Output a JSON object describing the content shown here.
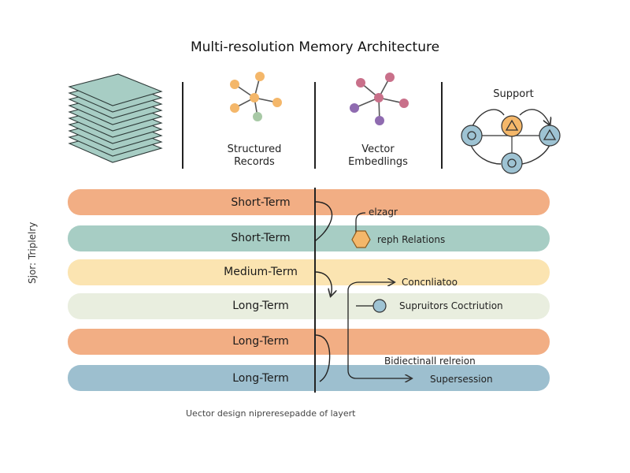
{
  "title": "Multi-resolution Memory Architecture",
  "icons": {
    "structured_caption": [
      "Structured",
      "Records"
    ],
    "vector_caption": [
      "Vector",
      "Embedlings"
    ],
    "support_caption": "Support"
  },
  "side_label": "Sjor: Triplelry",
  "bands": [
    {
      "label": "Short-Term",
      "color": "#f2ae84"
    },
    {
      "label": "Short-Term",
      "color": "#a7cdc4"
    },
    {
      "label": "Medium-Term",
      "color": "#fbe4b1"
    },
    {
      "label": "Long-Term",
      "color": "#e9eedf"
    },
    {
      "label": "Long-Term",
      "color": "#f2ae84"
    },
    {
      "label": "Long-Term",
      "color": "#9dbfcf"
    }
  ],
  "annotations": {
    "elzagr": "elzagr",
    "graph_relations": "reph Relations",
    "consolidation": "Concnliatoo",
    "supervisors": "Supruitors Coctriution",
    "bidirectional": "Bidiectinall relreion",
    "supersession": "Supersession"
  },
  "footnote": "Uector design nipreresepadde of layert",
  "colors": {
    "orange": "#f2ae84",
    "teal": "#a7cdc4",
    "cream": "#fbe4b1",
    "light": "#e9eedf",
    "blue": "#9dbfcf",
    "node_orange": "#f4b76a",
    "node_green": "#a8c9a6",
    "node_pink": "#c9708a",
    "node_purple": "#8f6bb0",
    "node_blue": "#9ec3d3"
  }
}
